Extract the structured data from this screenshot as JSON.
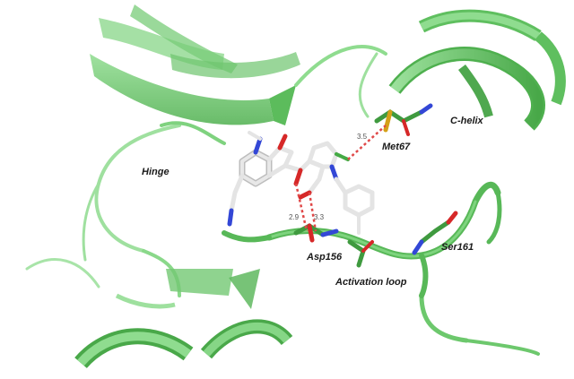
{
  "labels": {
    "hinge": "Hinge",
    "c_helix": "C-helix",
    "met67": "Met67",
    "asp156": "Asp156",
    "ser161": "Ser161",
    "activation_loop": "Activation loop"
  },
  "distances": {
    "met_contact": "3.5",
    "asp_contact_a": "2.9",
    "asp_contact_b": "3.3"
  },
  "colors": {
    "ribbon": "#66cc66",
    "ribbon_dark": "#3f9a3f",
    "ligand_carbon": "#d9d9d9",
    "nitrogen": "#3347d6",
    "oxygen": "#d62828",
    "sulfur": "#d4a017",
    "hbond": "#e04848"
  }
}
